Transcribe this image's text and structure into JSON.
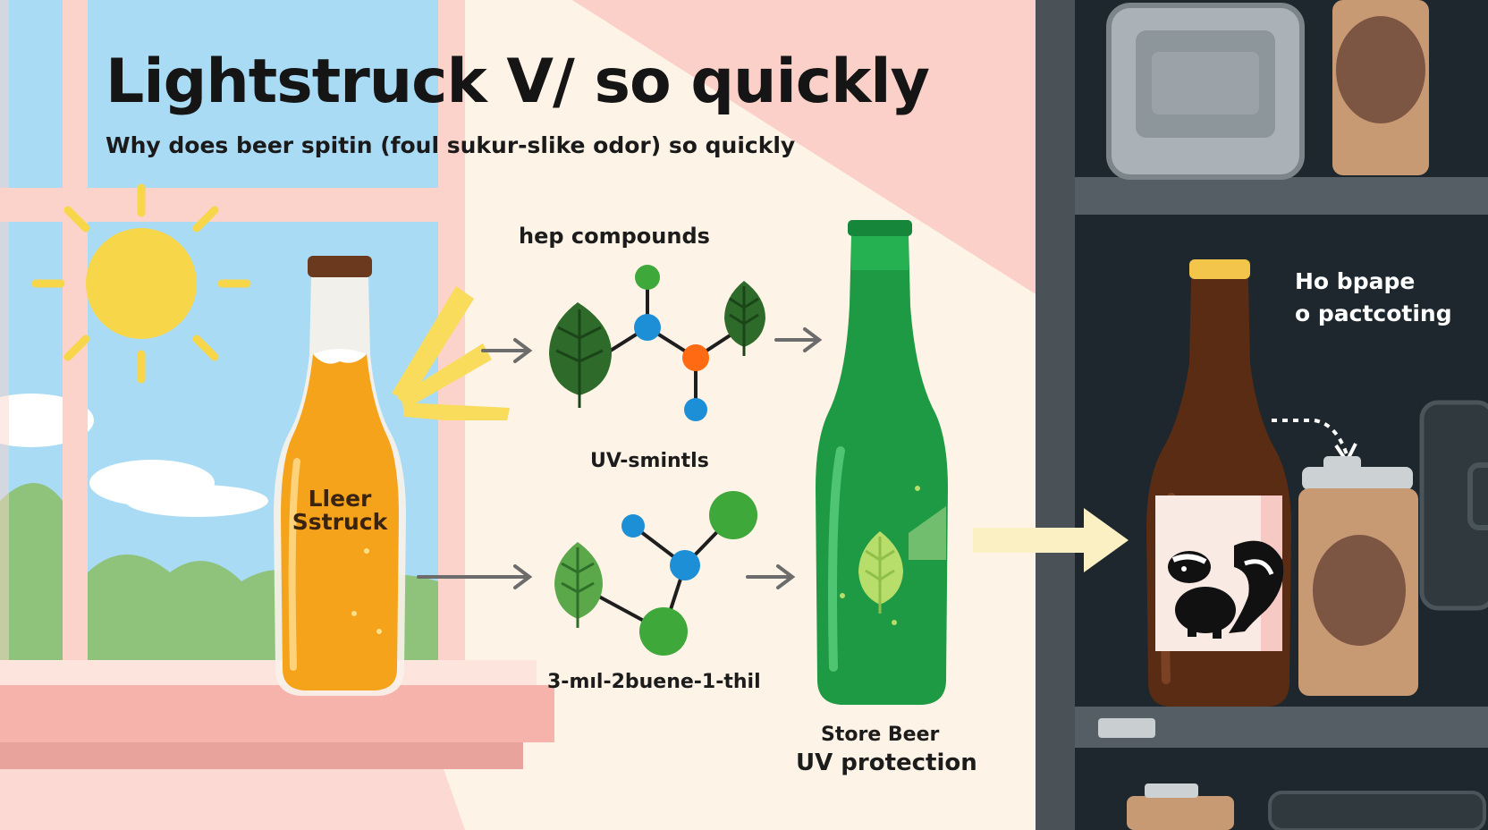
{
  "title": "Lightstruck V/ so quickly",
  "subtitle": "Why does beer spitin (foul sukur-slike odor) so quickly",
  "bottle_label_line1": "Lleer",
  "bottle_label_line2": "Sstruck",
  "hop_compounds": "hep compounds",
  "uv_smells": "UV-smintls",
  "thiol": "3-mıl-2buene-1-thil",
  "store_line1": "Store Beer",
  "store_line2": "UV protection",
  "right_line1": "Ho bpape",
  "right_line2": "o pactcoting",
  "icons": [
    "sun-icon",
    "light-rays-icon",
    "hop-leaf-icon",
    "molecule-icon",
    "skunk-icon",
    "arrow-right-icon"
  ],
  "colors": {
    "amber_beer": "#f5a31a",
    "green_bottle": "#1e9a45",
    "brown_bottle": "#5a2c14",
    "shelf_dark": "#1f2a30",
    "sky": "#a9dbf5",
    "atom_blue": "#1d8fd6",
    "atom_orange": "#ff6a12",
    "atom_green": "#3fa83a"
  }
}
